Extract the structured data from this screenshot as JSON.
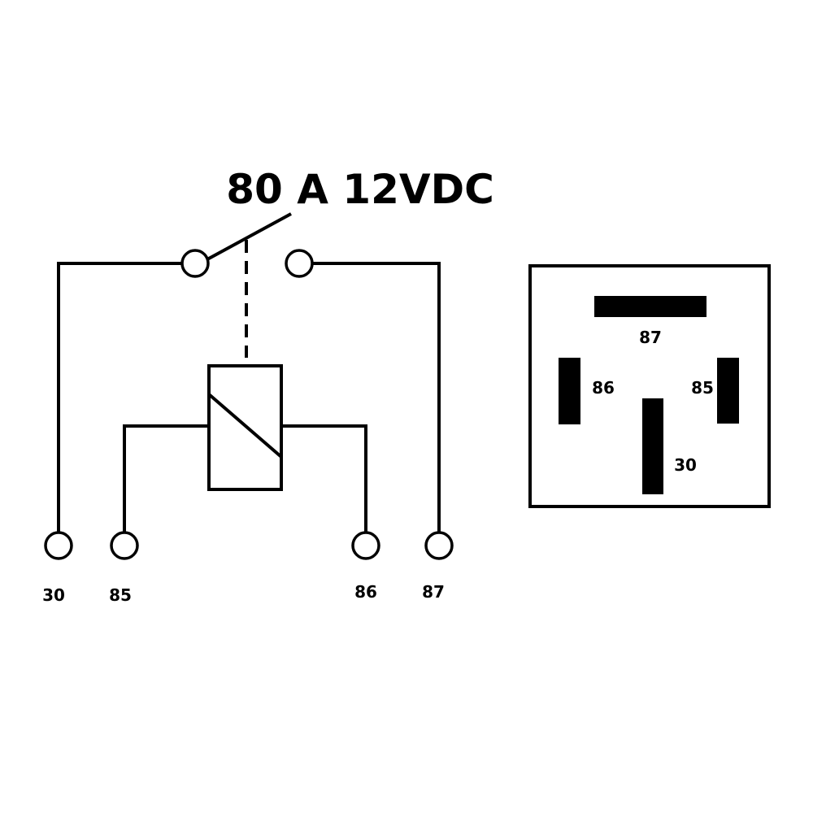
{
  "title": "80 A 12VDC",
  "schematic": {
    "terminals": [
      "30",
      "85",
      "86",
      "87"
    ]
  },
  "pinout": {
    "pins": [
      "87",
      "86",
      "85",
      "30"
    ]
  },
  "colors": {
    "ink": "#000000",
    "background": "#ffffff"
  }
}
